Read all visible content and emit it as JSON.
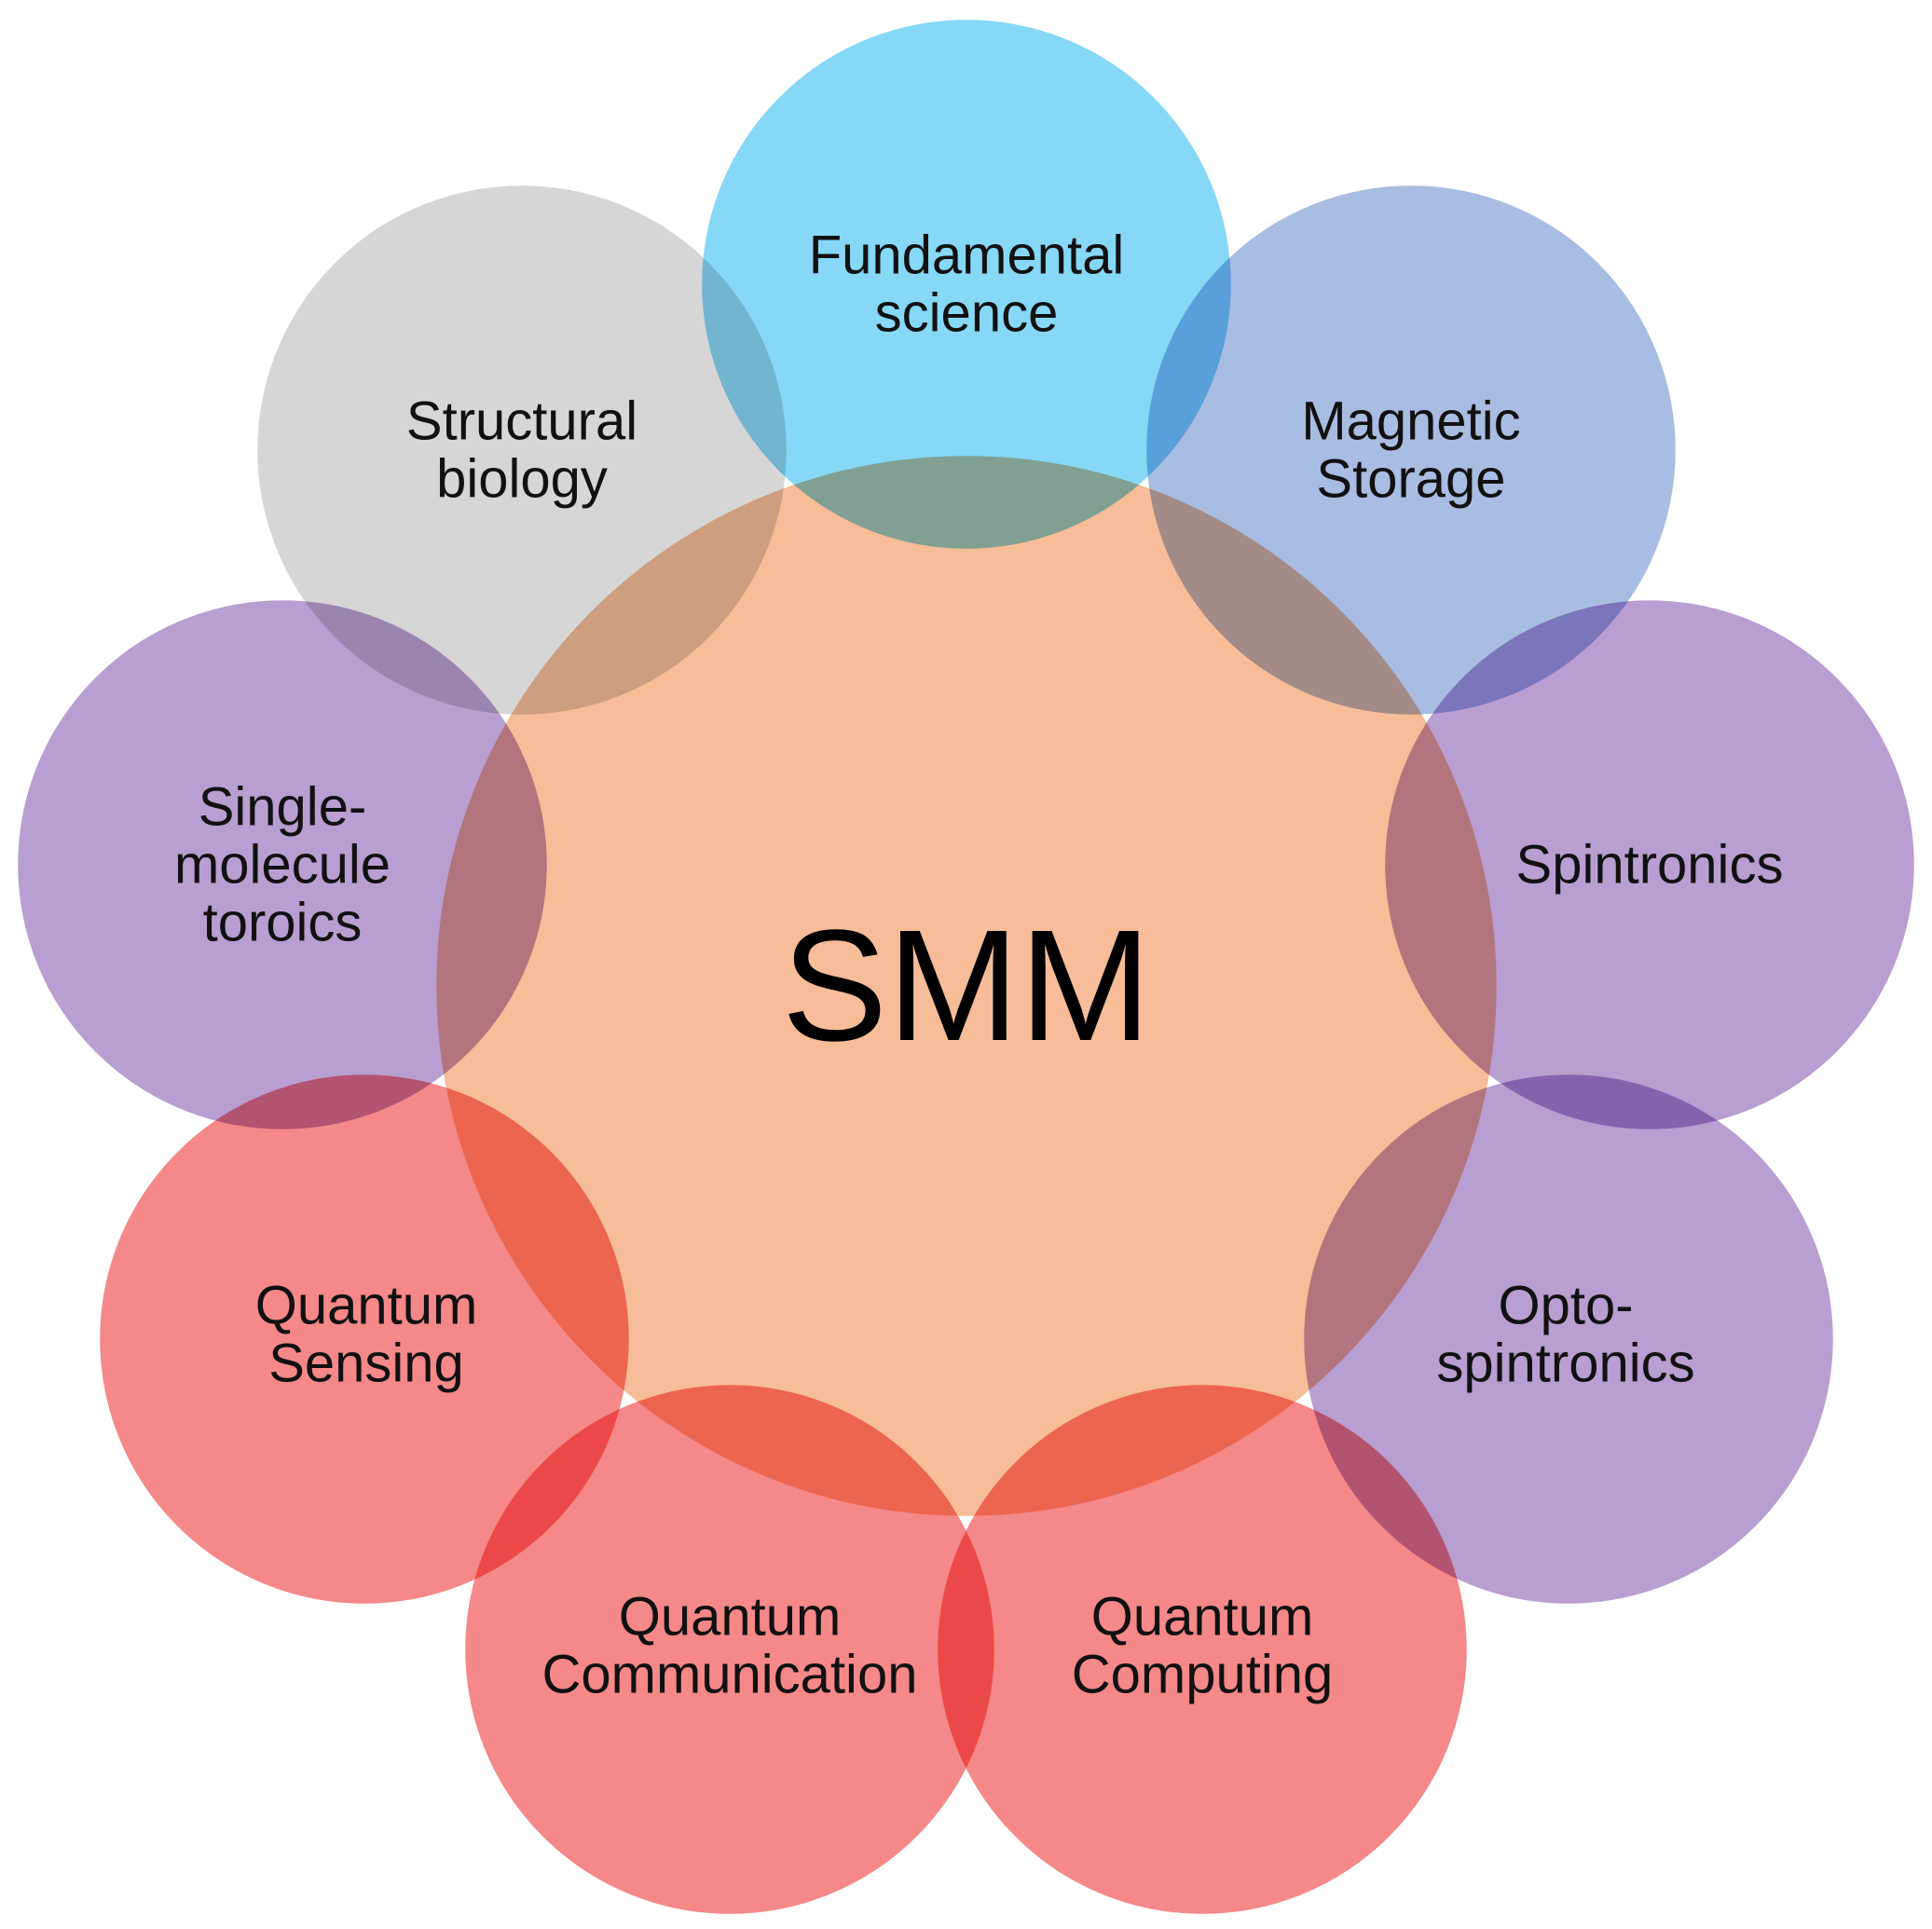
{
  "center": {
    "label": "SMM",
    "color": "#F6BD98"
  },
  "nodes": [
    {
      "id": "fundamental-science",
      "lines": [
        "Fundamental",
        "science"
      ],
      "color": "#7DD5F5"
    },
    {
      "id": "magnetic-storage",
      "lines": [
        "Magnetic",
        "Storage"
      ],
      "color": "#A2B7E0"
    },
    {
      "id": "spintronics",
      "lines": [
        "Spintronics"
      ],
      "color": "#B497CF"
    },
    {
      "id": "opto-spintronics",
      "lines": [
        "Opto-",
        "spintronics"
      ],
      "color": "#B497CF"
    },
    {
      "id": "quantum-computing",
      "lines": [
        "Quantum",
        "Computing"
      ],
      "color": "#F47F7F"
    },
    {
      "id": "quantum-communication",
      "lines": [
        "Quantum",
        "Communication"
      ],
      "color": "#F47F7F"
    },
    {
      "id": "quantum-sensing",
      "lines": [
        "Quantum",
        "Sensing"
      ],
      "color": "#F47F7F"
    },
    {
      "id": "single-molecule-toroics",
      "lines": [
        "Single-",
        "molecule",
        "toroics"
      ],
      "color": "#B497CF"
    },
    {
      "id": "structural-biology",
      "lines": [
        "Structural",
        "biology"
      ],
      "color": "#D3D3D3"
    }
  ]
}
